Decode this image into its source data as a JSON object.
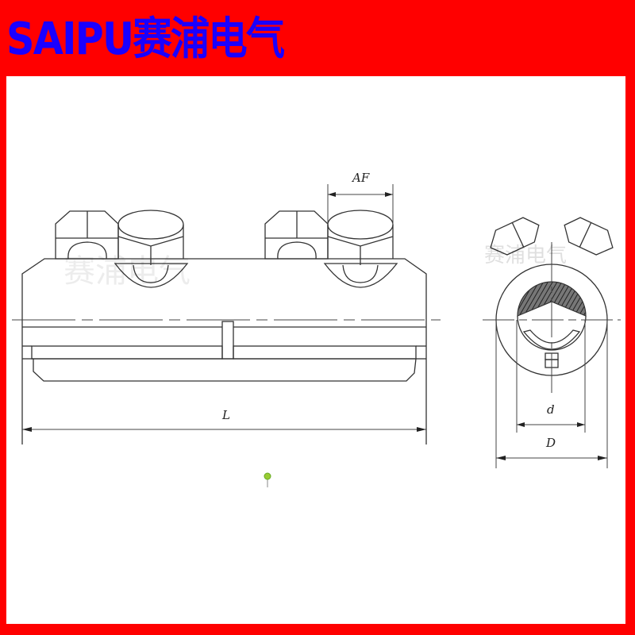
{
  "header": {
    "brand": "SAIPU赛浦电气"
  },
  "drawing": {
    "watermark": "赛浦电气",
    "dimensions": {
      "length": "L",
      "across_flats": "AF",
      "inner_diameter": "d",
      "outer_diameter": "D"
    }
  },
  "colors": {
    "border": "#ff0000",
    "brand_text": "#1a00ff"
  }
}
